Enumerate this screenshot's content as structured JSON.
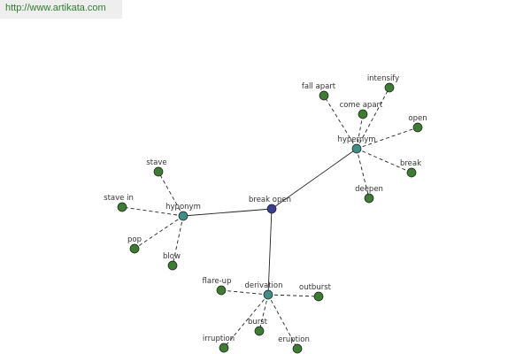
{
  "header": {
    "url": "http://www.artikata.com"
  },
  "colors": {
    "root_node": "#3b3f8f",
    "relation_node": "#3f8f86",
    "leaf_node": "#3e7c34",
    "edge": "#222222",
    "label": "#333333",
    "url_text": "#2e7d2e"
  },
  "graph": {
    "root": {
      "id": "root",
      "label": "break open"
    },
    "relations": [
      {
        "id": "hypernym",
        "label": "hypernym",
        "leaves": [
          {
            "id": "fall-apart",
            "label": "fall apart"
          },
          {
            "id": "intensify",
            "label": "intensify"
          },
          {
            "id": "come-apart",
            "label": "come apart"
          },
          {
            "id": "open",
            "label": "open"
          },
          {
            "id": "break",
            "label": "break"
          },
          {
            "id": "deepen",
            "label": "deepen"
          }
        ]
      },
      {
        "id": "hyponym",
        "label": "hyponym",
        "leaves": [
          {
            "id": "stave",
            "label": "stave"
          },
          {
            "id": "stave-in",
            "label": "stave in"
          },
          {
            "id": "pop",
            "label": "pop"
          },
          {
            "id": "blow",
            "label": "blow"
          }
        ]
      },
      {
        "id": "derivation",
        "label": "derivation",
        "leaves": [
          {
            "id": "flare-up",
            "label": "flare-up"
          },
          {
            "id": "outburst",
            "label": "outburst"
          },
          {
            "id": "burst",
            "label": "burst"
          },
          {
            "id": "irruption",
            "label": "irruption"
          },
          {
            "id": "eruption",
            "label": "eruption"
          }
        ]
      }
    ]
  }
}
